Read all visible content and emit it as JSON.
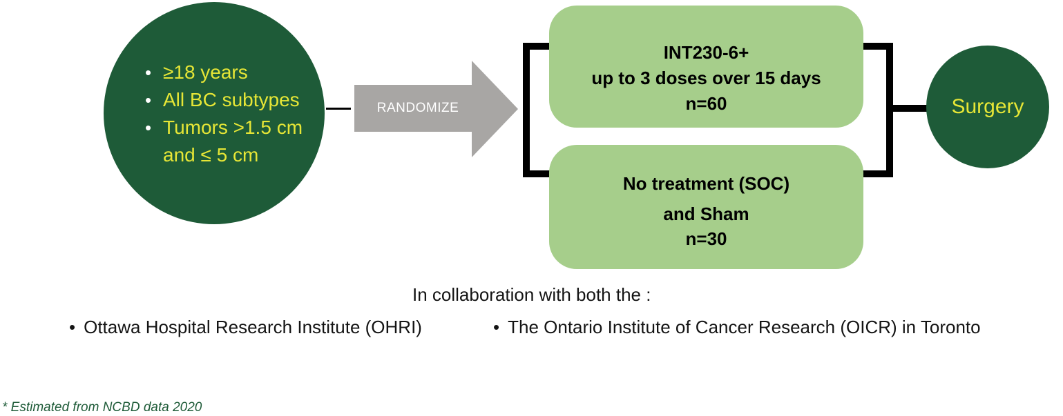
{
  "colors": {
    "dark_green": "#1E5B38",
    "light_green": "#A6CE8B",
    "arrow_gray": "#A8A6A4",
    "accent_yellow": "#E6E636",
    "line_black": "#000000"
  },
  "bullet_char": "•",
  "eligibility": {
    "lines": [
      {
        "bullet": "•",
        "text": "≥18 years"
      },
      {
        "bullet": "•",
        "text": "All BC subtypes"
      },
      {
        "bullet": "•",
        "text": "Tumors >1.5 cm"
      },
      {
        "bullet": "",
        "text": "and ≤ 5 cm"
      }
    ]
  },
  "arrow": {
    "label": "RANDOMIZE"
  },
  "arms": {
    "treatment": {
      "line1": "INT230-6+",
      "line2": "up to 3 doses over 15 days",
      "line3": "n=60"
    },
    "control": {
      "line1": "No treatment (SOC)",
      "line2": "and Sham",
      "line3": "n=30"
    }
  },
  "outcome": {
    "label": "Surgery"
  },
  "collaboration": {
    "intro": "In collaboration with both the :",
    "partners": [
      "Ottawa Hospital Research Institute (OHRI)",
      "The Ontario Institute of Cancer Research (OICR) in Toronto"
    ]
  },
  "footnote": "* Estimated from NCBD data 2020"
}
